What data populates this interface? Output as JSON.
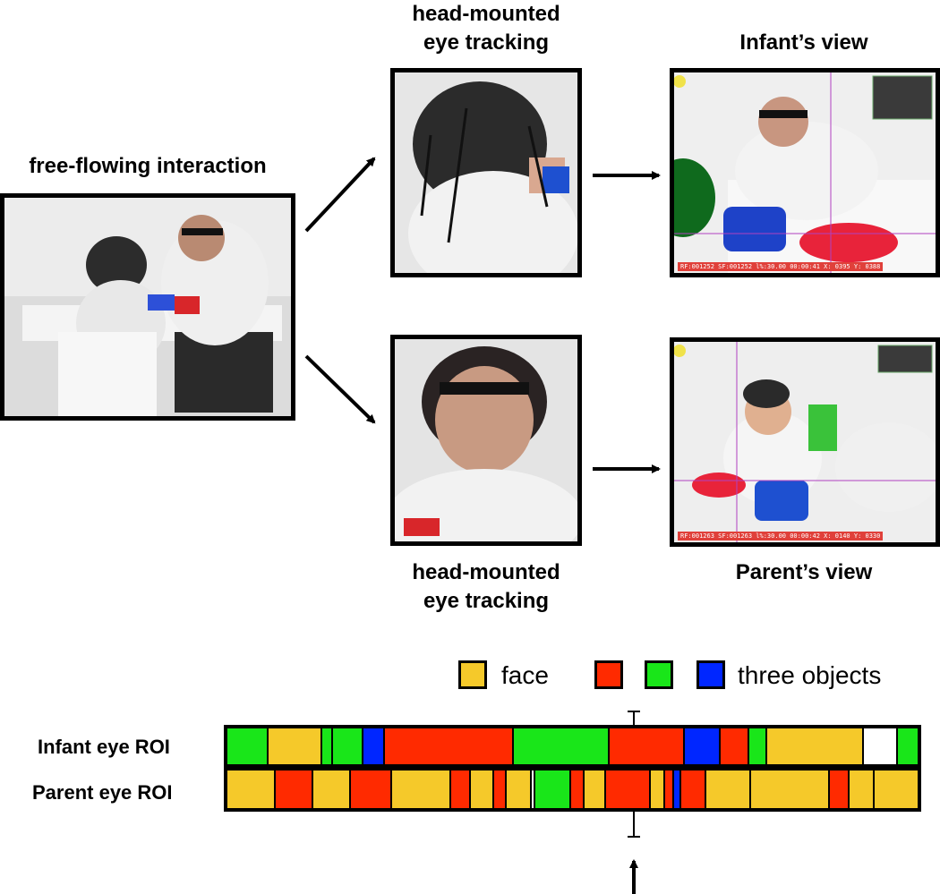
{
  "labels": {
    "free_flowing": "free-flowing interaction",
    "top_tracking_line1": "head-mounted",
    "top_tracking_line2": "eye tracking",
    "bottom_tracking_line1": "head-mounted",
    "bottom_tracking_line2": "eye tracking",
    "infant_view": "Infant’s view",
    "parent_view": "Parent’s view"
  },
  "overlays": {
    "infant": "RF:001252 SF:001252 l%:30.00 00:00:41 X: 0395 Y: 0388",
    "parent": "RF:001263 SF:001263 l%:30.00 00:00:42 X: 0140 Y: 0330"
  },
  "legend": {
    "face_label": "face",
    "objects_label": "three objects",
    "face_color": "#f5c92a",
    "object_colors": [
      "#ff2a00",
      "#19e619",
      "#0026ff"
    ]
  },
  "timeline": {
    "infant_label": "Infant eye ROI",
    "parent_label": "Parent eye ROI",
    "colors": {
      "face": "#f5c92a",
      "red": "#ff2a00",
      "green": "#19e619",
      "blue": "#0026ff",
      "none": "#ffffff"
    },
    "infant_segments": [
      {
        "c": "green",
        "w": 46
      },
      {
        "c": "face",
        "w": 60
      },
      {
        "c": "green",
        "w": 12
      },
      {
        "c": "green",
        "w": 34
      },
      {
        "c": "blue",
        "w": 24
      },
      {
        "c": "red",
        "w": 144
      },
      {
        "c": "green",
        "w": 108
      },
      {
        "c": "red",
        "w": 84
      },
      {
        "c": "blue",
        "w": 40
      },
      {
        "c": "red",
        "w": 32
      },
      {
        "c": "green",
        "w": 20
      },
      {
        "c": "face",
        "w": 108
      },
      {
        "c": "none",
        "w": 38
      },
      {
        "c": "green",
        "w": 22
      }
    ],
    "parent_segments": [
      {
        "c": "face",
        "w": 54
      },
      {
        "c": "red",
        "w": 42
      },
      {
        "c": "face",
        "w": 42
      },
      {
        "c": "red",
        "w": 46
      },
      {
        "c": "face",
        "w": 66
      },
      {
        "c": "red",
        "w": 22
      },
      {
        "c": "face",
        "w": 26
      },
      {
        "c": "red",
        "w": 14
      },
      {
        "c": "face",
        "w": 28
      },
      {
        "c": "none",
        "w": 4
      },
      {
        "c": "green",
        "w": 40
      },
      {
        "c": "red",
        "w": 14
      },
      {
        "c": "face",
        "w": 24
      },
      {
        "c": "red",
        "w": 50
      },
      {
        "c": "face",
        "w": 16
      },
      {
        "c": "red",
        "w": 10
      },
      {
        "c": "blue",
        "w": 8
      },
      {
        "c": "red",
        "w": 28
      },
      {
        "c": "face",
        "w": 50
      },
      {
        "c": "face",
        "w": 88
      },
      {
        "c": "red",
        "w": 22
      },
      {
        "c": "face",
        "w": 28
      },
      {
        "c": "face",
        "w": 48
      }
    ]
  }
}
